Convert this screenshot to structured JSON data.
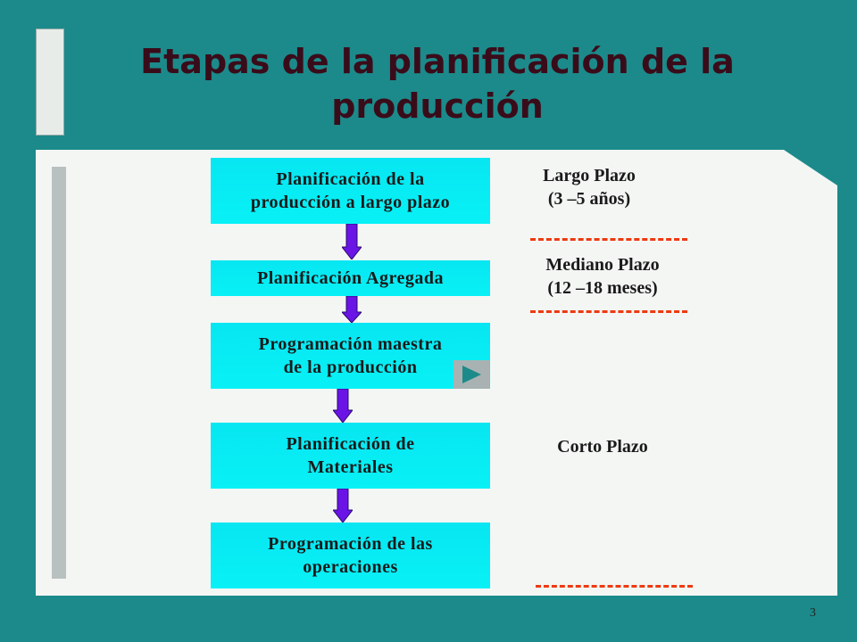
{
  "slide": {
    "title": "Etapas de la planificación de la producción",
    "page_number": "3"
  },
  "flow": [
    {
      "label": "Planificación de la\nproducción a largo plazo"
    },
    {
      "label": "Planificación Agregada"
    },
    {
      "label": "Programación maestra\nde la producción"
    },
    {
      "label": "Planificación de\nMateriales"
    },
    {
      "label": "Programación de las\noperaciones"
    }
  ],
  "horizons": {
    "long": "Largo Plazo\n(3 –5 años)",
    "medium": "Mediano Plazo\n(12 –18 meses)",
    "short": "Corto Plazo"
  },
  "colors": {
    "background": "#1c8a8a",
    "panel": "#f4f6f4",
    "box": "#08f1f6",
    "arrow": "#6a14e6",
    "dash": "#ee3a10",
    "title": "#3a0c1a"
  },
  "icons": {
    "play": "play-icon",
    "arrow": "arrow-down-icon"
  }
}
